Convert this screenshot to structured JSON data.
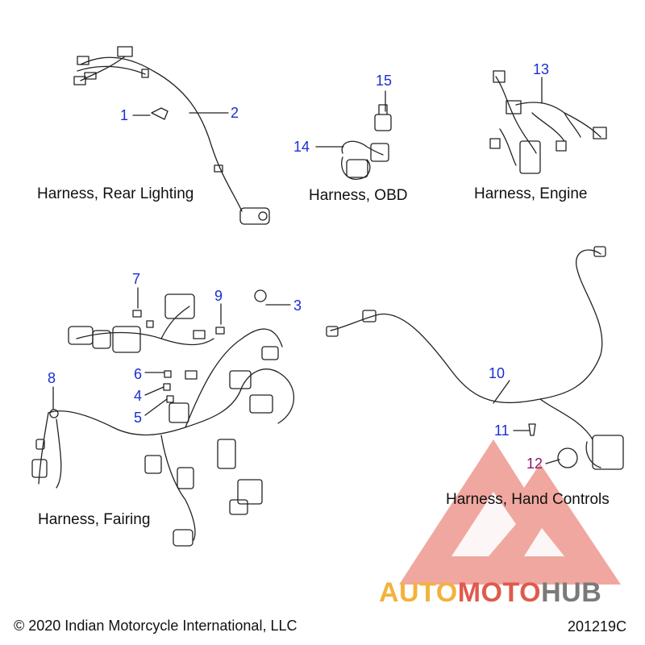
{
  "captions": {
    "rear_lighting": "Harness, Rear Lighting",
    "obd": "Harness, OBD",
    "engine": "Harness, Engine",
    "fairing": "Harness, Fairing",
    "hand_controls": "Harness, Hand Controls"
  },
  "callouts": [
    "1",
    "2",
    "3",
    "4",
    "5",
    "6",
    "7",
    "8",
    "9",
    "10",
    "11",
    "12",
    "13",
    "14",
    "15"
  ],
  "footer": {
    "copyright": "© 2020 Indian Motorcycle International, LLC",
    "diagram_id": "201219C"
  },
  "watermark": {
    "part1": "AUTO",
    "part2": "MOTO",
    "part3": "HUB",
    "colors": {
      "red": "#e05a4e",
      "orange": "#f3b23c",
      "gray": "#7a7a7a"
    }
  },
  "colors": {
    "callout": "#1a2fd0",
    "callout_alt": "#8a1a6a",
    "line": "#222222"
  }
}
